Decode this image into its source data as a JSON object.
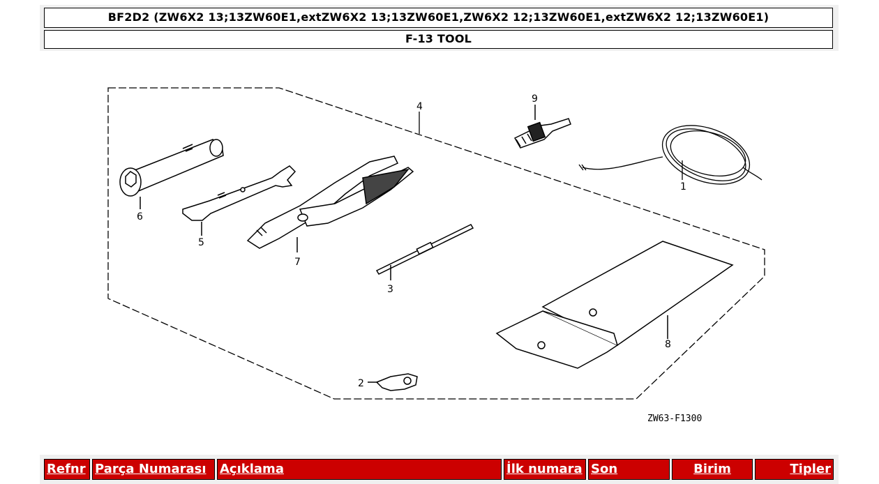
{
  "header": {
    "title": "BF2D2 (ZW6X2 13;13ZW60E1,extZW6X2 13;13ZW60E1,ZW6X2 12;13ZW60E1,extZW6X2 12;13ZW60E1)",
    "section": "F-13 TOOL"
  },
  "diagram": {
    "drawing_code": "ZW63-F1300",
    "callouts": {
      "p1": "1",
      "p2": "2",
      "p3": "3",
      "p4": "4",
      "p5": "5",
      "p6": "6",
      "p7": "7",
      "p8": "8",
      "p9": "9"
    }
  },
  "table": {
    "headers": [
      "Refnr",
      "Parça Numarası",
      "Açıklama",
      "İlk numara",
      "Son",
      "Birim",
      "Tipler"
    ]
  }
}
